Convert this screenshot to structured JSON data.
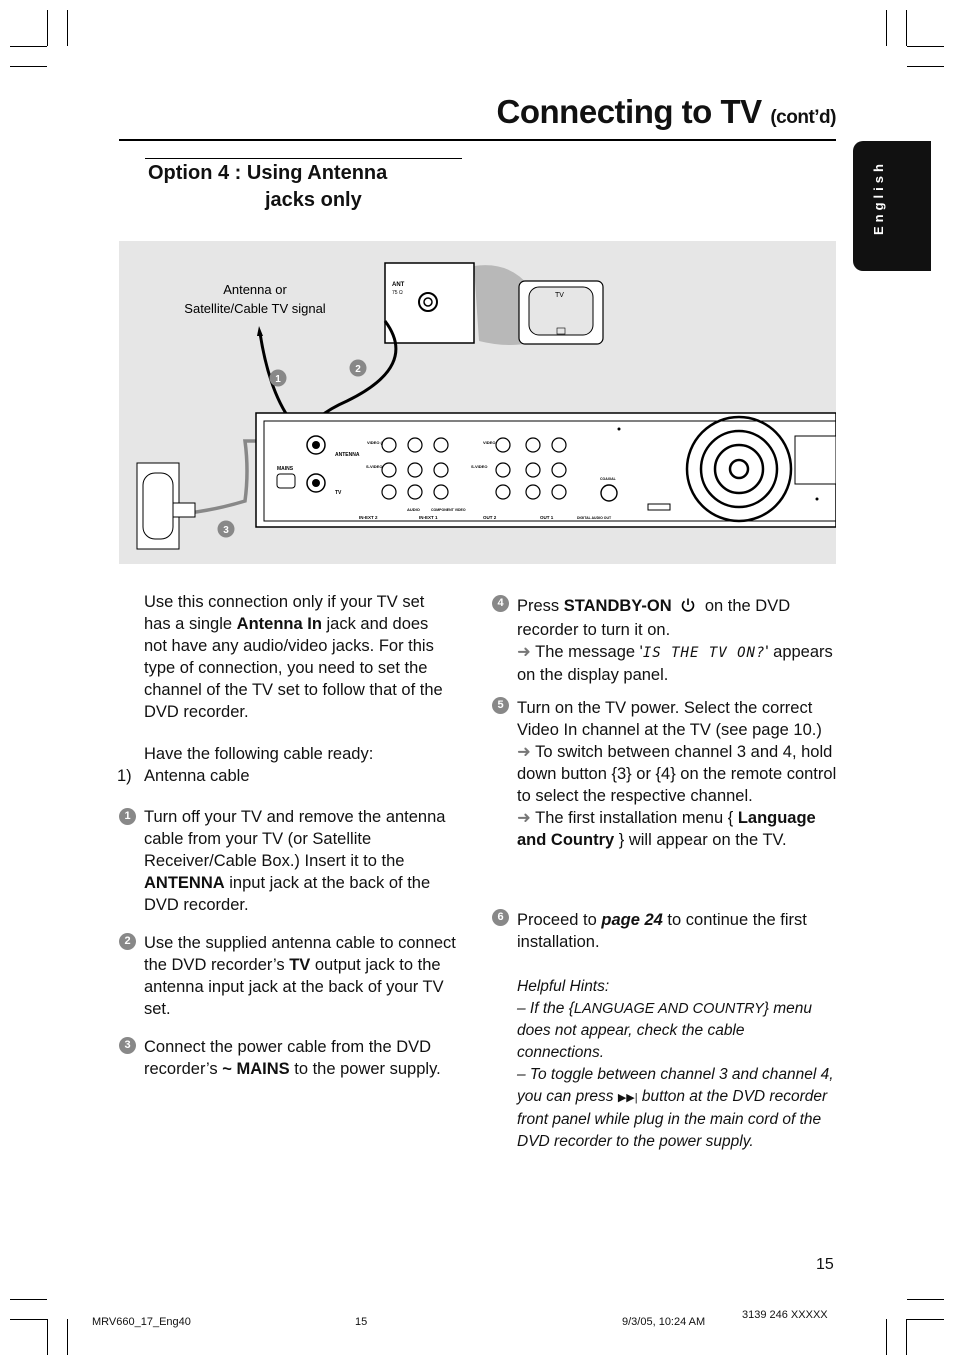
{
  "header": {
    "title": "Connecting to TV",
    "subtitle": "(cont’d)",
    "language_tab": "English"
  },
  "section": {
    "title_line1": "Option 4 :  Using  Antenna",
    "title_line2": "jacks only"
  },
  "diagram": {
    "signal_label_line1": "Antenna or",
    "signal_label_line2": "Satellite/Cable TV signal",
    "ant_label": "ANT",
    "ant_sub": "75 Ω",
    "tv_label": "TV",
    "callouts": [
      "1",
      "2",
      "3"
    ],
    "panel_labels": {
      "antenna": "ANTENNA",
      "tv": "TV",
      "mains": "MAINS",
      "svideo": "S-VIDEO",
      "video": "VIDEO (CVBS)",
      "audio": "AUDIO",
      "component": "COMPONENT VIDEO",
      "in_ext2": "IN-EXT 2",
      "in_ext1": "IN-EXT 1",
      "out2": "OUT 2",
      "out1": "OUT 1",
      "digital": "DIGITAL AUDIO OUT",
      "coaxial": "COAXIAL"
    }
  },
  "left_column": {
    "intro_pre": "Use this connection only if your TV set has a single ",
    "intro_bold": "Antenna In",
    "intro_post": " jack and does not have any audio/video jacks. For this type of connection, you need to set the channel of the TV set to follow that of the DVD recorder.",
    "cable_ready": "Have the following cable ready:",
    "cable_item_num": "1)",
    "cable_item": "Antenna cable",
    "steps": [
      {
        "num": "1",
        "pre": "Turn off your TV and remove the antenna cable from your TV (or Satellite Receiver/Cable Box.)  Insert it to the ",
        "bold": "ANTENNA",
        "post": " input jack at the back of the DVD recorder."
      },
      {
        "num": "2",
        "pre": "Use the supplied antenna cable to connect the DVD recorder’s ",
        "bold": "TV",
        "post": " output jack to the antenna input jack at the back of your TV set."
      },
      {
        "num": "3",
        "pre": "Connect the power cable from the DVD recorder’s ",
        "bold": "~ MAINS",
        "post": " to the power supply."
      }
    ]
  },
  "right_column": {
    "step4": {
      "num": "4",
      "pre": "Press ",
      "bold": "STANDBY-ON",
      "post": " on the DVD recorder to turn it on.",
      "msg_pre": "The message '",
      "msg_lcd": "IS THE TV ON?",
      "msg_post": "' appears on the display panel."
    },
    "step5": {
      "num": "5",
      "text": "Turn on the TV power.  Select the correct Video In channel at the TV (see page 10.)",
      "arrow1": "To switch between channel 3 and 4, hold down button {3} or {4} on the remote control to select the respective channel.",
      "arrow2_pre": "The first installation menu { ",
      "arrow2_bold": "Language and Country",
      "arrow2_post": " } will appear on the TV."
    },
    "step6": {
      "num": "6",
      "pre": "Proceed to ",
      "bold": "page 24",
      "post": " to continue the first installation."
    },
    "hints_title": "Helpful Hints:",
    "hint1_pre": "–  If the {",
    "hint1_caps": "LANGUAGE AND COUNTRY",
    "hint1_post": "} menu does not appear, check the cable connections.",
    "hint2_pre": "–  To toggle between channel 3 and channel 4, you can press ",
    "hint2_post": " button at the DVD recorder front panel while plug in the main cord of the DVD recorder to the power supply."
  },
  "footer": {
    "page_number": "15",
    "file": "MRV660_17_Eng40",
    "page_small": "15",
    "date": "9/3/05, 10:24 AM",
    "code": "3139 246 XXXXX"
  }
}
